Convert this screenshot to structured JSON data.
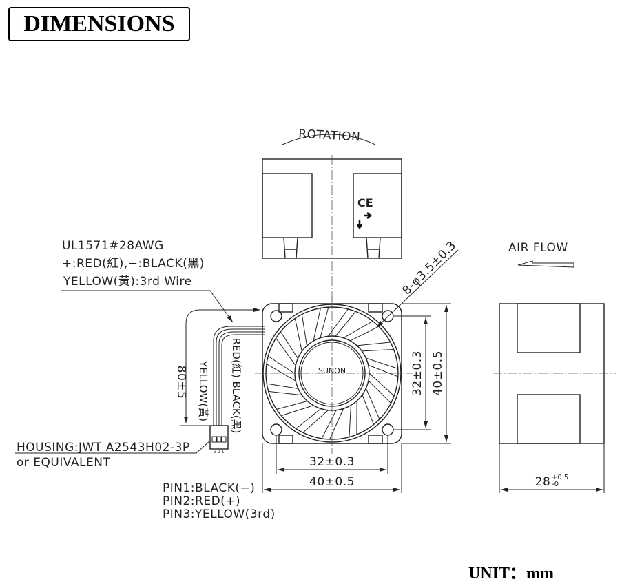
{
  "title": "DIMENSIONS",
  "unit_label": "UNIT：mm",
  "top_view": {
    "rotation_label": "ROTATION"
  },
  "side_view": {
    "airflow_label": "AIR FLOW",
    "depth_dim": "28",
    "depth_tol_plus": "+0.5",
    "depth_tol_minus": "-0"
  },
  "front_view": {
    "brand": "SUNON",
    "hole_dim": "8-φ3.5±0.3",
    "hole_pitch_v": "32±0.3",
    "size_v": "40±0.5",
    "hole_pitch_h": "32±0.3",
    "size_h": "40±0.5"
  },
  "wire": {
    "spec_lines": [
      "UL1571#28AWG",
      "+:RED(紅),−:BLACK(黑)",
      "YELLOW(黃):3rd  Wire"
    ],
    "length": "80±5",
    "red_black_label": "RED(紅) BLACK(黑)",
    "yellow_label": "YELLOW(黃)",
    "connector_pins": "3 2 1",
    "housing_lines": [
      "HOUSING:JWT  A2543H02-3P",
      "or  EQUIVALENT"
    ],
    "pins": [
      "PIN1:BLACK(−)",
      "PIN2:RED(+)",
      "PIN3:YELLOW(3rd)"
    ]
  }
}
